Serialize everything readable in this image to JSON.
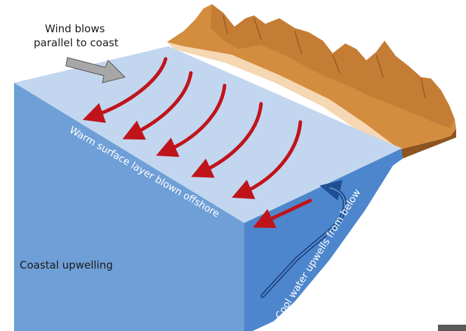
{
  "labels": {
    "wind_line1": "Wind blows",
    "wind_line2": "parallel to coast",
    "surface": "Warm surface layer blown offshore",
    "upwell": "Cool water upwells from below",
    "caption": "Coastal upwelling"
  },
  "colors": {
    "water_top": "#c2d6ef",
    "water_side": "#6f9fd7",
    "water_right": "#4d86cc",
    "red_arrow": "#c0141b",
    "dark_arrow": "#1f4f93",
    "sand": "#f5d7b3",
    "rock": "#d48c3f",
    "rock_dark": "#8d5421"
  },
  "icons": {
    "wind_arrow": "gray-block-arrow",
    "surface_arrows": "red-curved-arrow",
    "upwelling_arrow": "blue-curved-arrow"
  }
}
